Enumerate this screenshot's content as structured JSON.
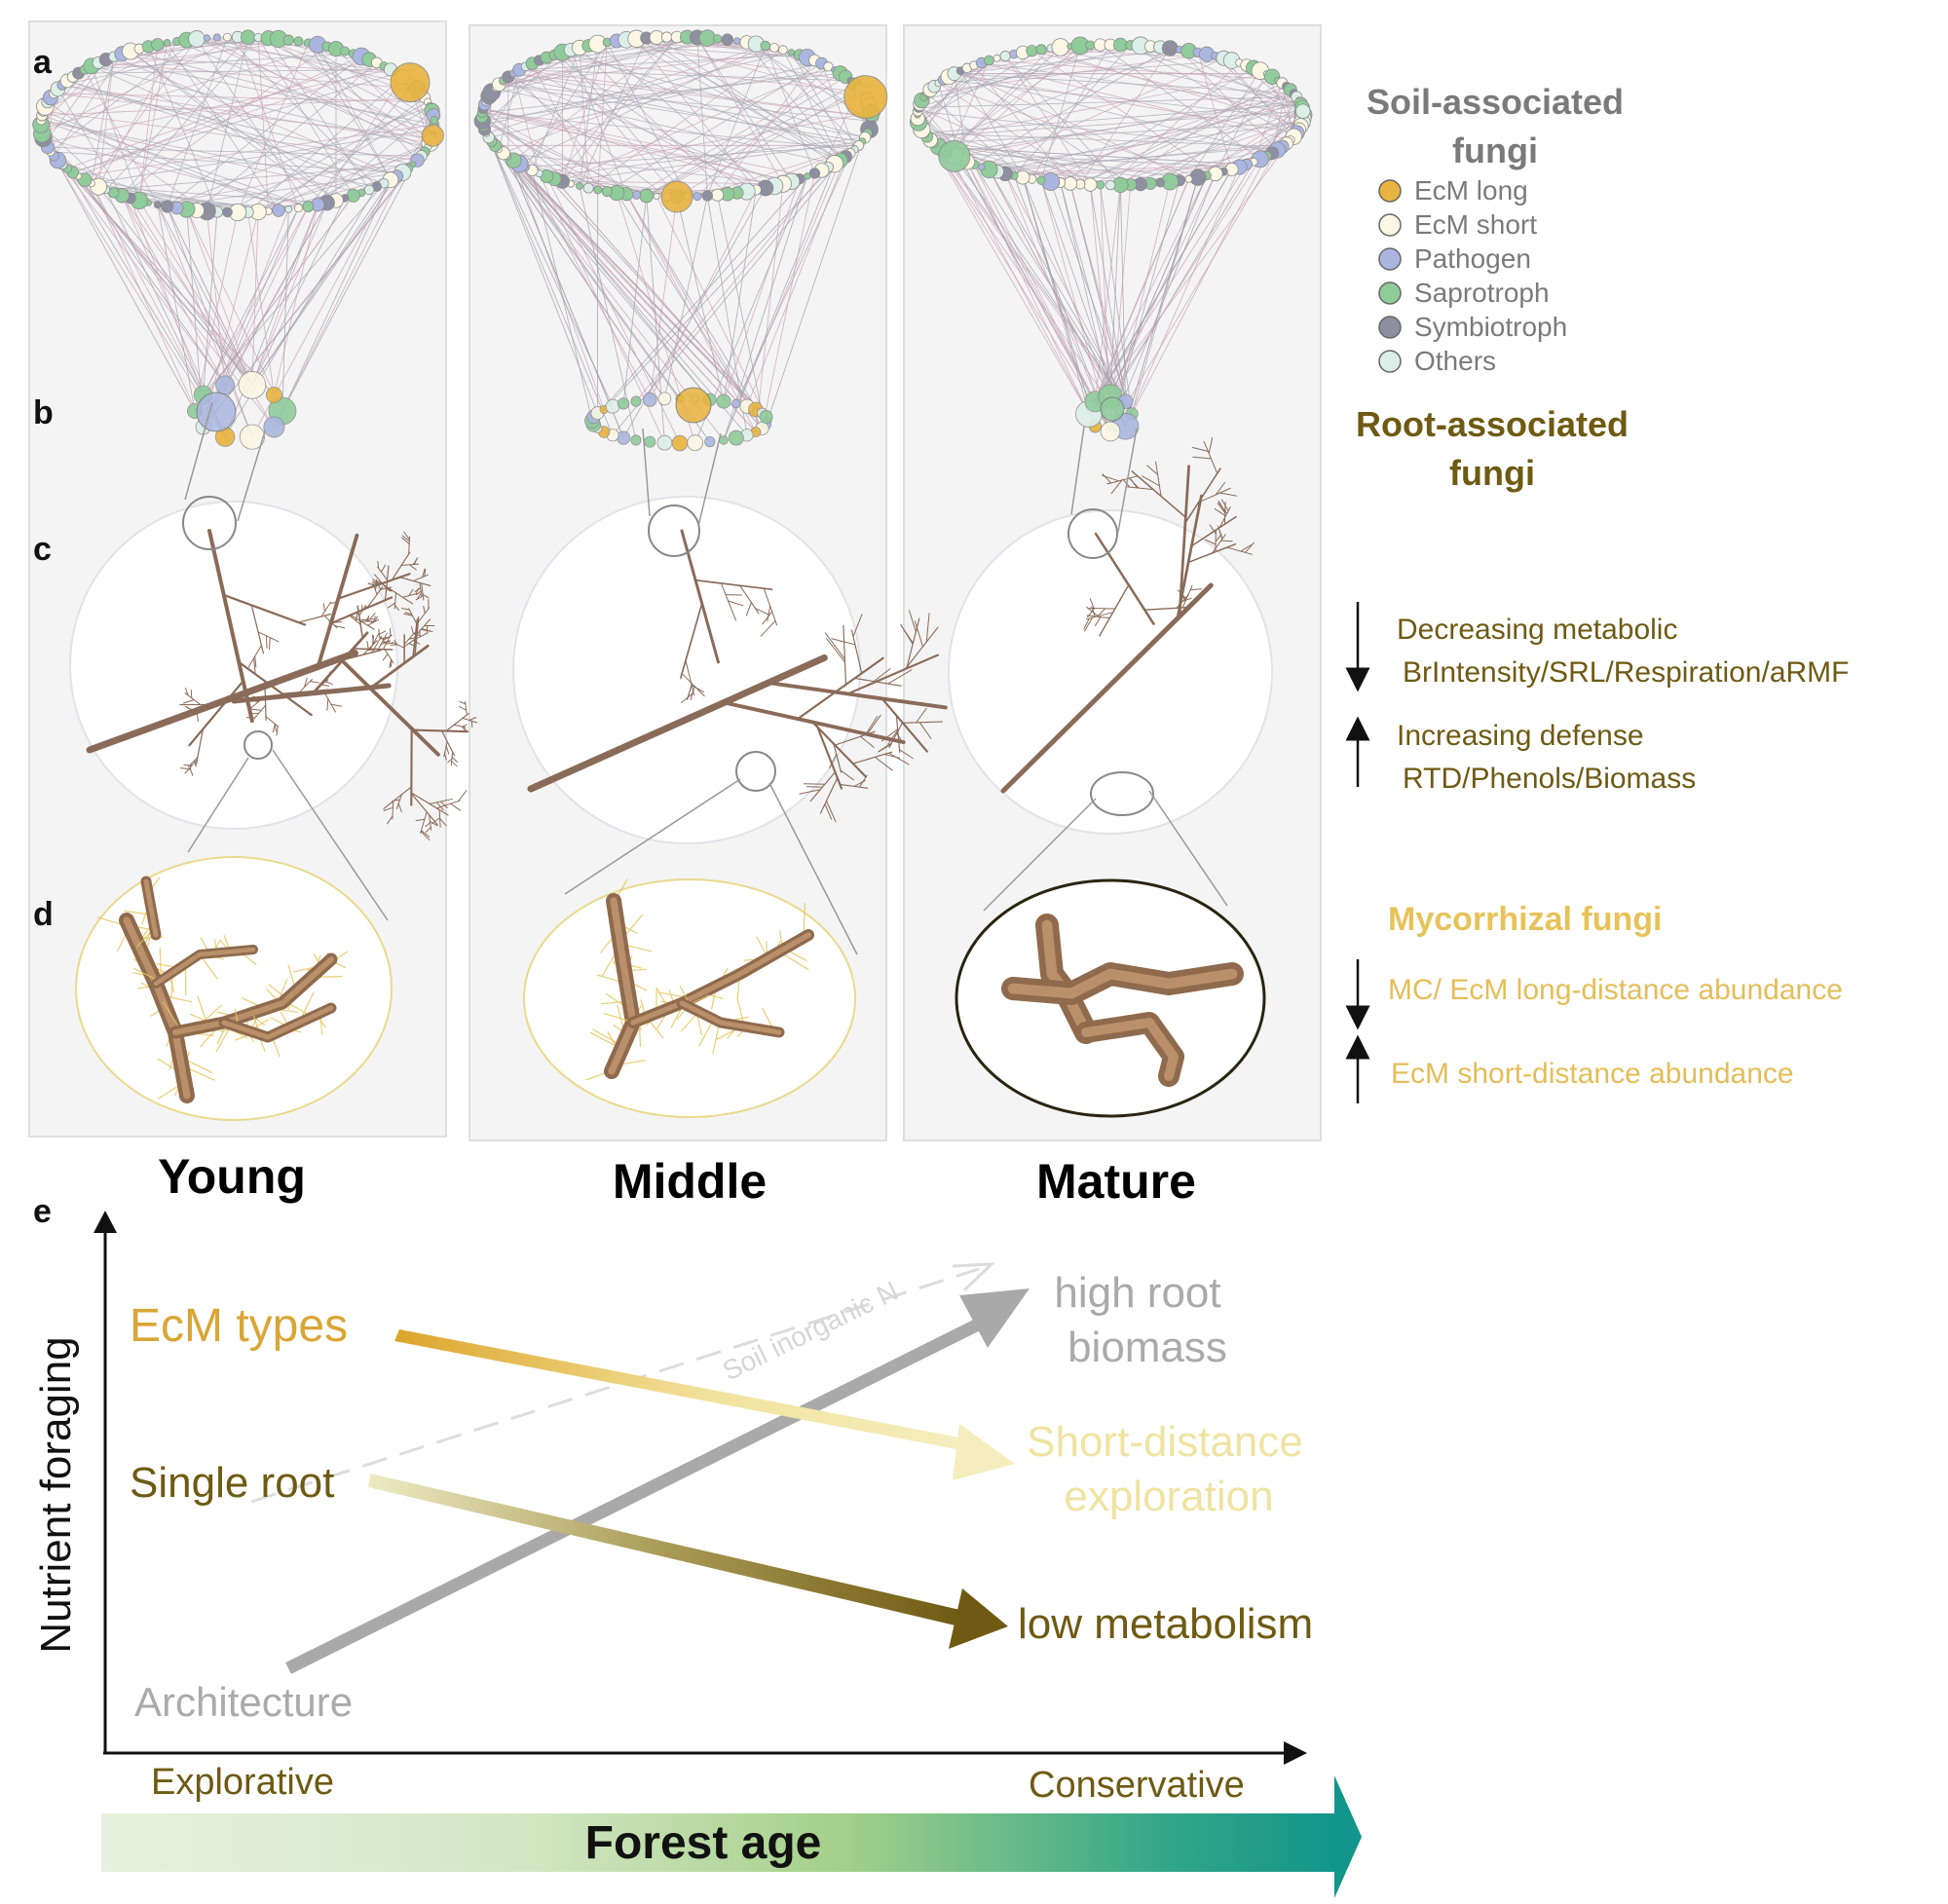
{
  "panel_letters": {
    "a": "a",
    "b": "b",
    "c": "c",
    "d": "d",
    "e": "e"
  },
  "stages": [
    {
      "label": "Young"
    },
    {
      "label": "Middle"
    },
    {
      "label": "Mature"
    }
  ],
  "legend": {
    "soil_title_line1": "Soil-associated",
    "soil_title_line2": "fungi",
    "items": [
      {
        "label": "EcM long",
        "color": "#e8b33f"
      },
      {
        "label": "EcM short",
        "color": "#fbf7e4"
      },
      {
        "label": "Pathogen",
        "color": "#aab6e0"
      },
      {
        "label": "Saprotroph",
        "color": "#8fcc9a"
      },
      {
        "label": "Symbiotroph",
        "color": "#8e8fa0"
      },
      {
        "label": "Others",
        "color": "#dceee8"
      }
    ],
    "root_title_line1": "Root-associated",
    "root_title_line2": "fungi"
  },
  "traits": {
    "decrease_line1": "Decreasing metabolic",
    "decrease_line2": "BrIntensity/SRL/Respiration/aRMF",
    "increase_line1": "Increasing defense",
    "increase_line2": "RTD/Phenols/Biomass"
  },
  "mycorrhizal": {
    "title": "Mycorrhizal fungi",
    "decrease": "MC/ EcM long-distance abundance",
    "increase": "EcM short-distance abundance"
  },
  "panel_e": {
    "y_axis_label": "Nutrient foraging",
    "ecm_types": "EcM types",
    "single_root": "Single root",
    "architecture": "Architecture",
    "soil_n": "Soil inorganic N",
    "high_root_line1": "high root",
    "high_root_line2": "biomass",
    "short_dist_line1": "Short-distance",
    "short_dist_line2": "exploration",
    "low_metab": "low metabolism",
    "explorative": "Explorative",
    "conservative": "Conservative",
    "forest_age": "Forest age"
  },
  "colors": {
    "gold": "#d9a534",
    "pale_gold": "#efe3a1",
    "olive": "#6e5a12",
    "grey": "#aaaaaa",
    "teal": "#12958a",
    "root_brown": "#8a6a58"
  }
}
